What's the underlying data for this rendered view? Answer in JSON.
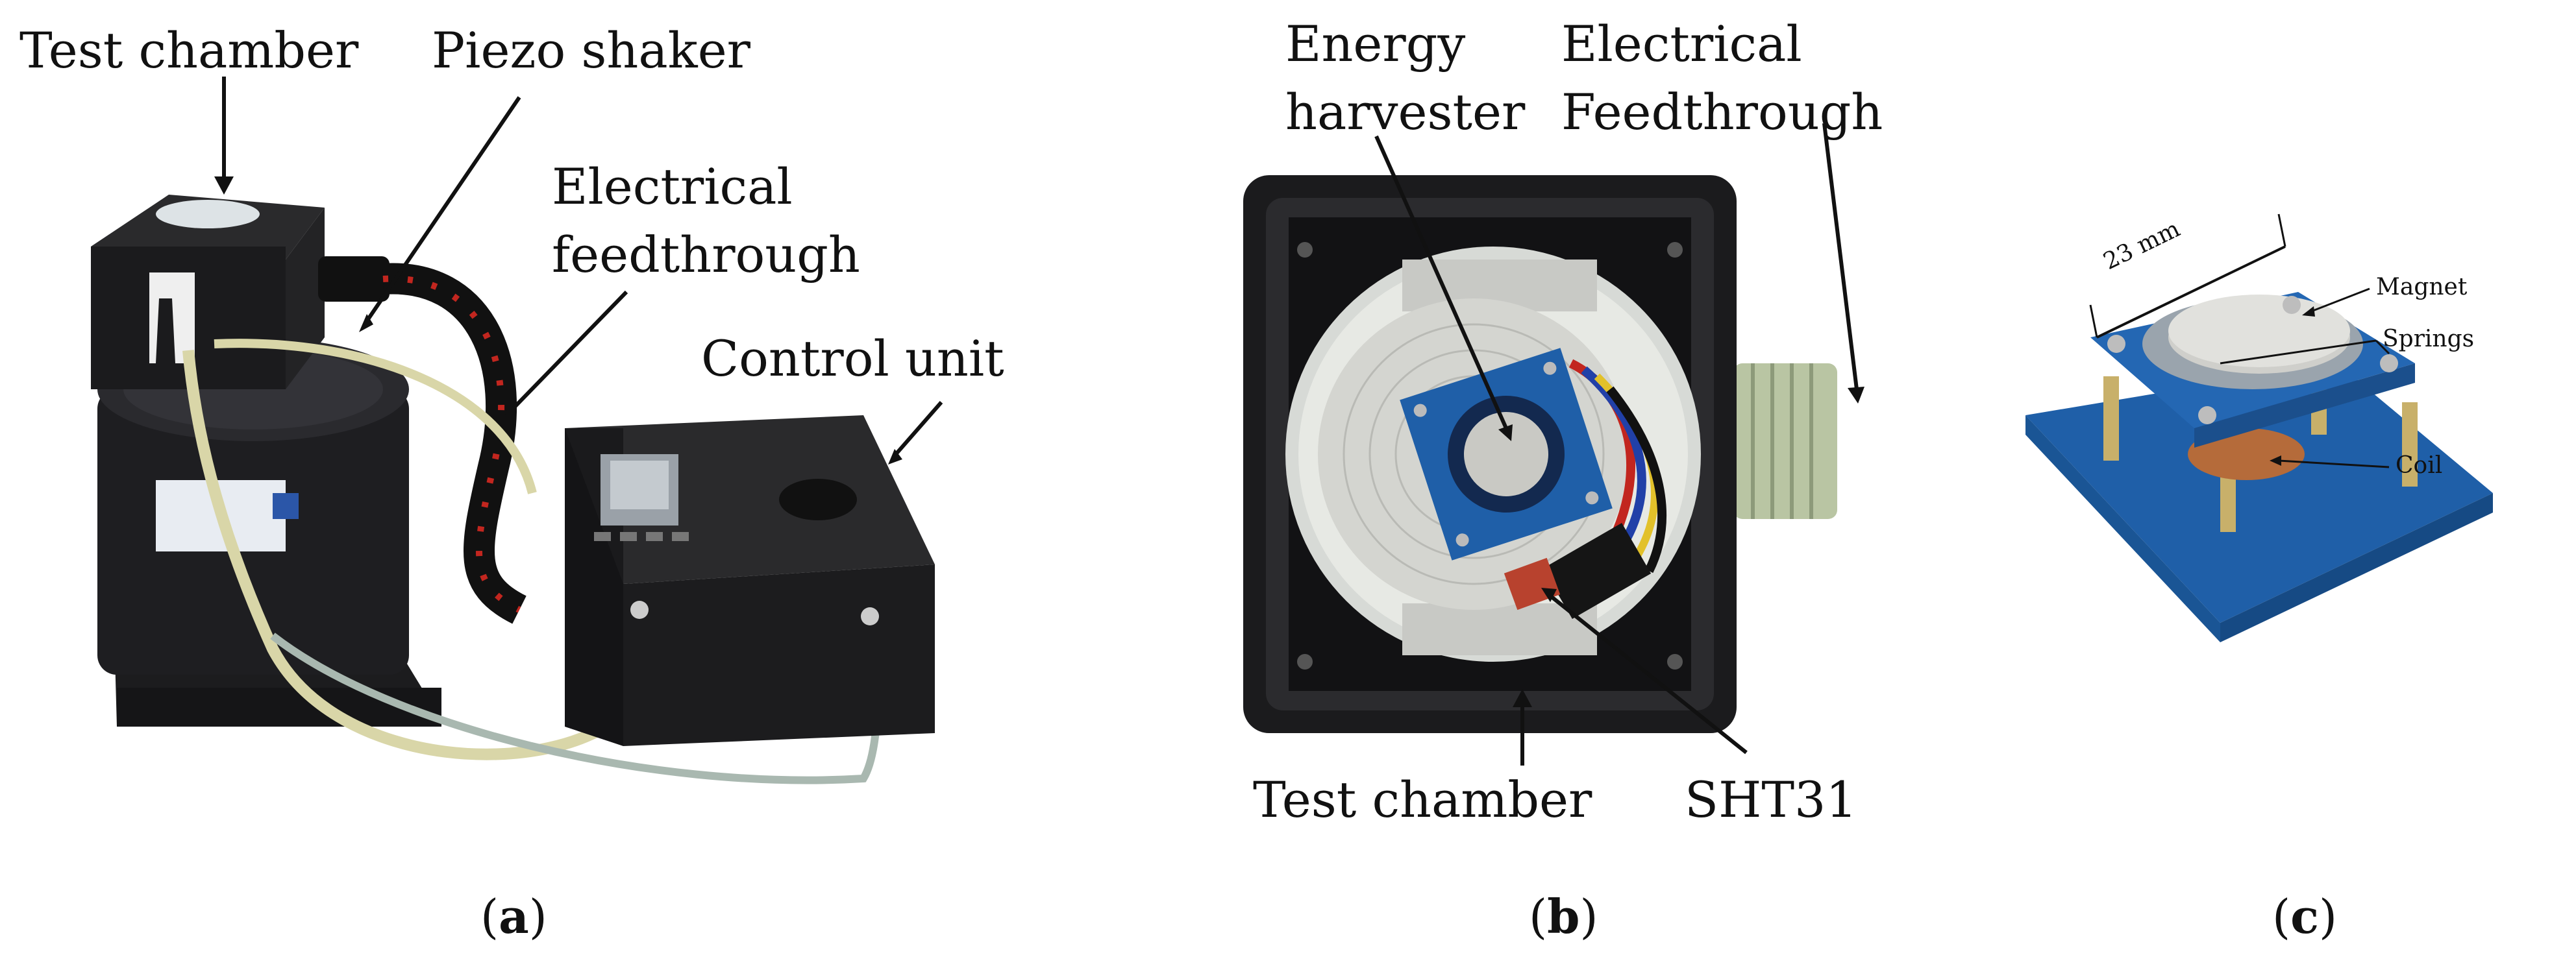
{
  "panel_a": {
    "labels": {
      "test_chamber": "Test chamber",
      "piezo_shaker": "Piezo shaker",
      "electrical_feedthrough_1": "Electrical",
      "electrical_feedthrough_2": "feedthrough",
      "control_unit": "Control unit"
    },
    "caption": "a"
  },
  "panel_b": {
    "labels": {
      "energy_harvester_1": "Energy",
      "energy_harvester_2": "harvester",
      "electrical_feedthrough_1": "Electrical",
      "electrical_feedthrough_2": "Feedthrough",
      "test_chamber": "Test chamber",
      "sensor": "SHT31"
    },
    "caption": "b"
  },
  "panel_c": {
    "labels": {
      "dimension": "23 mm",
      "magnet": "Magnet",
      "springs": "Springs",
      "coil": "Coil"
    },
    "caption": "c"
  },
  "colors": {
    "device_black": "#1b1b1d",
    "tube": "#d9d6a8",
    "cable_red": "#c2261f",
    "pcb_blue": "#1f5fa8",
    "aluminium": "#d9d9d6",
    "knurled_green": "#b9c5a3"
  }
}
